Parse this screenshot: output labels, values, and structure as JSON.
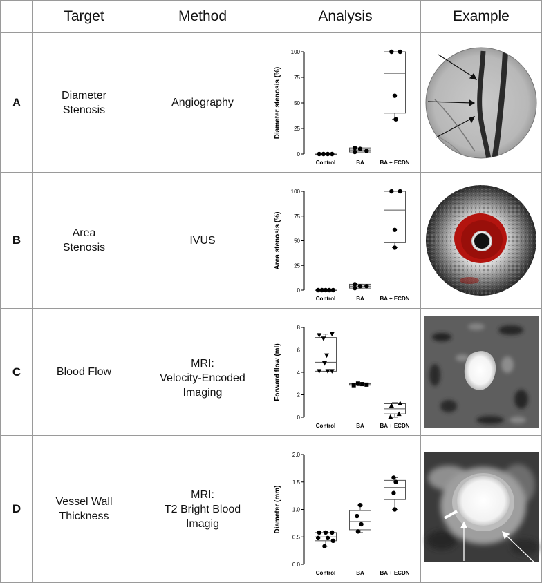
{
  "headers": [
    "",
    "Target",
    "Method",
    "Analysis",
    "Example"
  ],
  "rows": [
    {
      "letter": "A",
      "target": "Diameter\nStenosis",
      "method": "Angiography"
    },
    {
      "letter": "B",
      "target": "Area\nStenosis",
      "method": "IVUS"
    },
    {
      "letter": "C",
      "target": "Blood Flow",
      "method": "MRI:\nVelocity-Encoded\nImaging"
    },
    {
      "letter": "D",
      "target": "Vessel Wall\nThickness",
      "method": "MRI:\nT2 Bright Blood\nImagig"
    }
  ],
  "chart_data": [
    {
      "type": "box",
      "ylabel": "Diameter stenosis (%)",
      "categories": [
        "Control",
        "BA",
        "BA + ECDN"
      ],
      "ylim": [
        0,
        100
      ],
      "yticks": [
        "0",
        "25",
        "50",
        "75",
        "100"
      ],
      "boxes": [
        {
          "q1": 0,
          "median": 0,
          "q3": 0,
          "min": 0,
          "max": 0
        },
        {
          "q1": 2,
          "median": 4,
          "q3": 6,
          "min": 2,
          "max": 6
        },
        {
          "q1": 40,
          "median": 79,
          "q3": 100,
          "min": 34,
          "max": 100
        }
      ],
      "points": [
        {
          "c": 0,
          "y": 0,
          "dx": -0.3
        },
        {
          "c": 0,
          "y": 0,
          "dx": -0.1
        },
        {
          "c": 0,
          "y": 0,
          "dx": 0.1
        },
        {
          "c": 0,
          "y": 0,
          "dx": 0.3
        },
        {
          "c": 1,
          "y": 6,
          "dx": -0.25
        },
        {
          "c": 1,
          "y": 2,
          "dx": -0.25
        },
        {
          "c": 1,
          "y": 5,
          "dx": 0.0
        },
        {
          "c": 1,
          "y": 3,
          "dx": 0.3
        },
        {
          "c": 2,
          "y": 100,
          "dx": -0.15
        },
        {
          "c": 2,
          "y": 100,
          "dx": 0.25
        },
        {
          "c": 2,
          "y": 57,
          "dx": 0.0
        },
        {
          "c": 2,
          "y": 34,
          "dx": 0.05
        }
      ]
    },
    {
      "type": "box",
      "ylabel": "Area stenosis (%)",
      "categories": [
        "Control",
        "BA",
        "BA + ECDN"
      ],
      "ylim": [
        0,
        100
      ],
      "yticks": [
        "0",
        "25",
        "50",
        "75",
        "100"
      ],
      "boxes": [
        {
          "q1": 0,
          "median": 0,
          "q3": 0,
          "min": 0,
          "max": 0
        },
        {
          "q1": 2,
          "median": 4,
          "q3": 6,
          "min": 2,
          "max": 6
        },
        {
          "q1": 48,
          "median": 81,
          "q3": 100,
          "min": 43,
          "max": 100
        }
      ],
      "points": [
        {
          "c": 0,
          "y": 0,
          "dx": -0.35
        },
        {
          "c": 0,
          "y": 0,
          "dx": -0.17
        },
        {
          "c": 0,
          "y": 0,
          "dx": 0.0
        },
        {
          "c": 0,
          "y": 0,
          "dx": 0.17
        },
        {
          "c": 0,
          "y": 0,
          "dx": 0.35
        },
        {
          "c": 1,
          "y": 6,
          "dx": -0.25
        },
        {
          "c": 1,
          "y": 2,
          "dx": -0.25
        },
        {
          "c": 1,
          "y": 4,
          "dx": 0.0
        },
        {
          "c": 1,
          "y": 4,
          "dx": 0.3
        },
        {
          "c": 2,
          "y": 100,
          "dx": -0.15
        },
        {
          "c": 2,
          "y": 100,
          "dx": 0.25
        },
        {
          "c": 2,
          "y": 61,
          "dx": 0.0
        },
        {
          "c": 2,
          "y": 43,
          "dx": 0.0
        }
      ]
    },
    {
      "type": "box",
      "ylabel": "Forward flow (ml)",
      "categories": [
        "Control",
        "BA",
        "BA + ECDN"
      ],
      "ylim": [
        0,
        8
      ],
      "yticks": [
        "0",
        "2",
        "4",
        "6",
        "8"
      ],
      "boxes": [
        {
          "q1": 4.1,
          "median": 4.9,
          "q3": 7.1,
          "min": 4.1,
          "max": 7.4
        },
        {
          "q1": 2.85,
          "median": 2.95,
          "q3": 3.0,
          "min": 2.8,
          "max": 3.0
        },
        {
          "q1": 0.3,
          "median": 0.75,
          "q3": 1.2,
          "min": 0.0,
          "max": 1.3
        }
      ],
      "points": [
        {
          "c": 0,
          "y": 7.4,
          "dx": 0.3,
          "m": "tri-down"
        },
        {
          "c": 0,
          "y": 7.3,
          "dx": -0.3,
          "m": "tri-down"
        },
        {
          "c": 0,
          "y": 7.0,
          "dx": -0.1,
          "m": "tri-down"
        },
        {
          "c": 0,
          "y": 5.5,
          "dx": 0.05,
          "m": "tri-down"
        },
        {
          "c": 0,
          "y": 4.8,
          "dx": -0.05,
          "m": "tri-down"
        },
        {
          "c": 0,
          "y": 4.1,
          "dx": -0.3,
          "m": "tri-down"
        },
        {
          "c": 0,
          "y": 4.1,
          "dx": 0.1,
          "m": "tri-down"
        },
        {
          "c": 0,
          "y": 4.1,
          "dx": 0.3,
          "m": "tri-down"
        },
        {
          "c": 1,
          "y": 2.85,
          "dx": -0.3,
          "m": "square"
        },
        {
          "c": 1,
          "y": 3.0,
          "dx": -0.1,
          "m": "square"
        },
        {
          "c": 1,
          "y": 2.95,
          "dx": 0.1,
          "m": "square"
        },
        {
          "c": 1,
          "y": 2.9,
          "dx": 0.3,
          "m": "square"
        },
        {
          "c": 2,
          "y": 1.25,
          "dx": 0.25,
          "m": "tri-up"
        },
        {
          "c": 2,
          "y": 1.05,
          "dx": -0.15,
          "m": "tri-up"
        },
        {
          "c": 2,
          "y": 0.3,
          "dx": 0.2,
          "m": "tri-up"
        },
        {
          "c": 2,
          "y": 0.05,
          "dx": -0.2,
          "m": "tri-up"
        }
      ]
    },
    {
      "type": "box",
      "ylabel": "Diameter (mm)",
      "categories": [
        "Control",
        "BA",
        "BA + ECDN"
      ],
      "ylim": [
        0,
        2
      ],
      "yticks": [
        "0.0",
        "0.5",
        "1.0",
        "1.5",
        "2.0"
      ],
      "boxes": [
        {
          "q1": 0.43,
          "median": 0.5,
          "q3": 0.58,
          "min": 0.33,
          "max": 0.6
        },
        {
          "q1": 0.63,
          "median": 0.78,
          "q3": 0.98,
          "min": 0.58,
          "max": 1.08
        },
        {
          "q1": 1.18,
          "median": 1.4,
          "q3": 1.53,
          "min": 1.0,
          "max": 1.58
        }
      ],
      "points": [
        {
          "c": 0,
          "y": 0.58,
          "dx": -0.3
        },
        {
          "c": 0,
          "y": 0.58,
          "dx": 0.0
        },
        {
          "c": 0,
          "y": 0.58,
          "dx": 0.3
        },
        {
          "c": 0,
          "y": 0.48,
          "dx": -0.35
        },
        {
          "c": 0,
          "y": 0.48,
          "dx": 0.1
        },
        {
          "c": 0,
          "y": 0.43,
          "dx": 0.35
        },
        {
          "c": 0,
          "y": 0.33,
          "dx": -0.05
        },
        {
          "c": 1,
          "y": 1.08,
          "dx": 0.0
        },
        {
          "c": 1,
          "y": 0.88,
          "dx": -0.15
        },
        {
          "c": 1,
          "y": 0.73,
          "dx": 0.05
        },
        {
          "c": 1,
          "y": 0.6,
          "dx": -0.1
        },
        {
          "c": 2,
          "y": 1.58,
          "dx": -0.05
        },
        {
          "c": 2,
          "y": 1.5,
          "dx": 0.05
        },
        {
          "c": 2,
          "y": 1.3,
          "dx": -0.05
        },
        {
          "c": 2,
          "y": 1.0,
          "dx": 0.0
        }
      ]
    }
  ]
}
